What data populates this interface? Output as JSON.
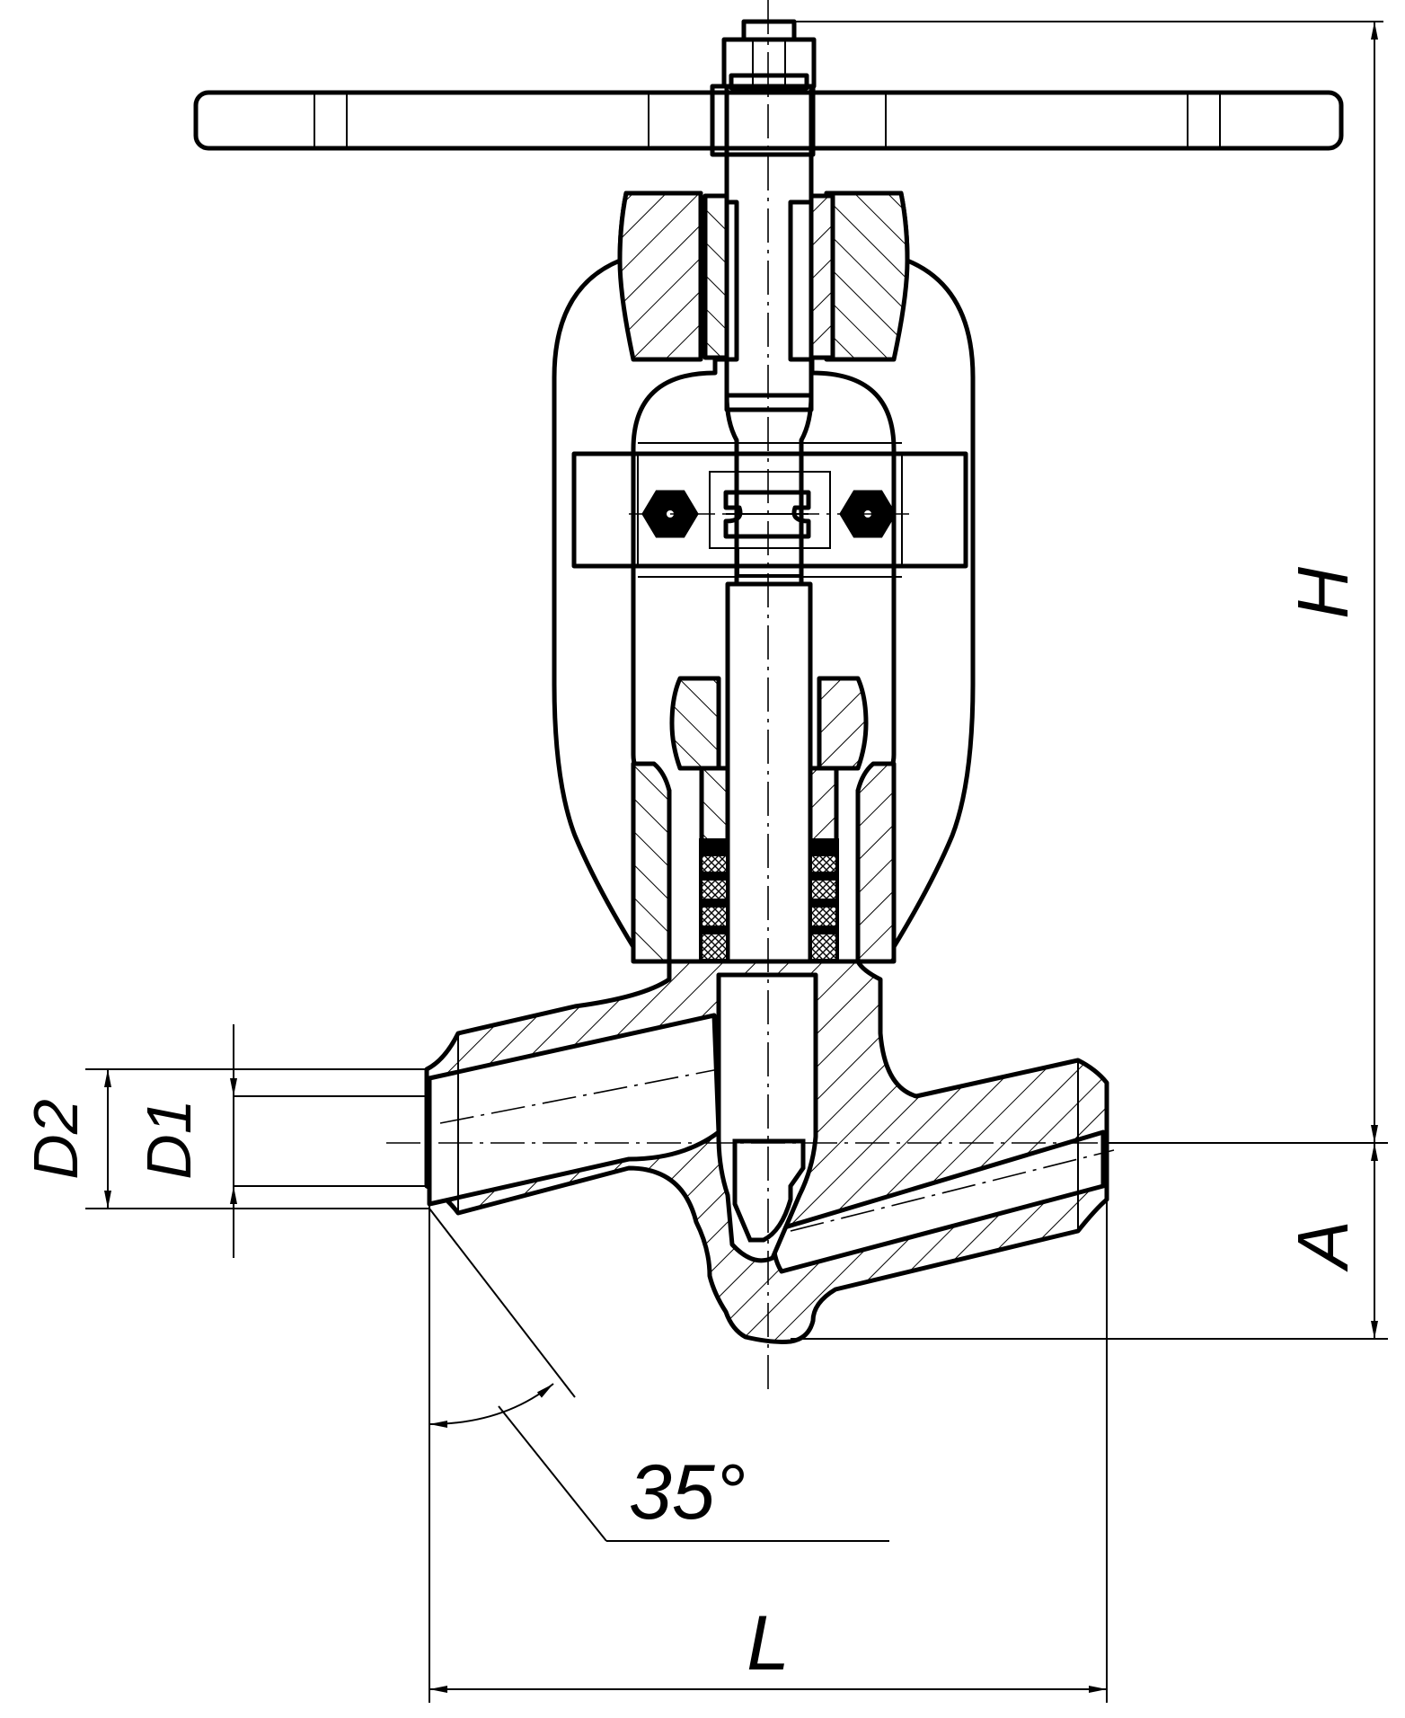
{
  "labels": {
    "height": "H",
    "axis_to_bottom": "A",
    "length": "L",
    "outer_diameter": "D2",
    "inner_diameter": "D1",
    "angle": "35°"
  },
  "colors": {
    "ink": "#000000",
    "paper": "#ffffff"
  }
}
